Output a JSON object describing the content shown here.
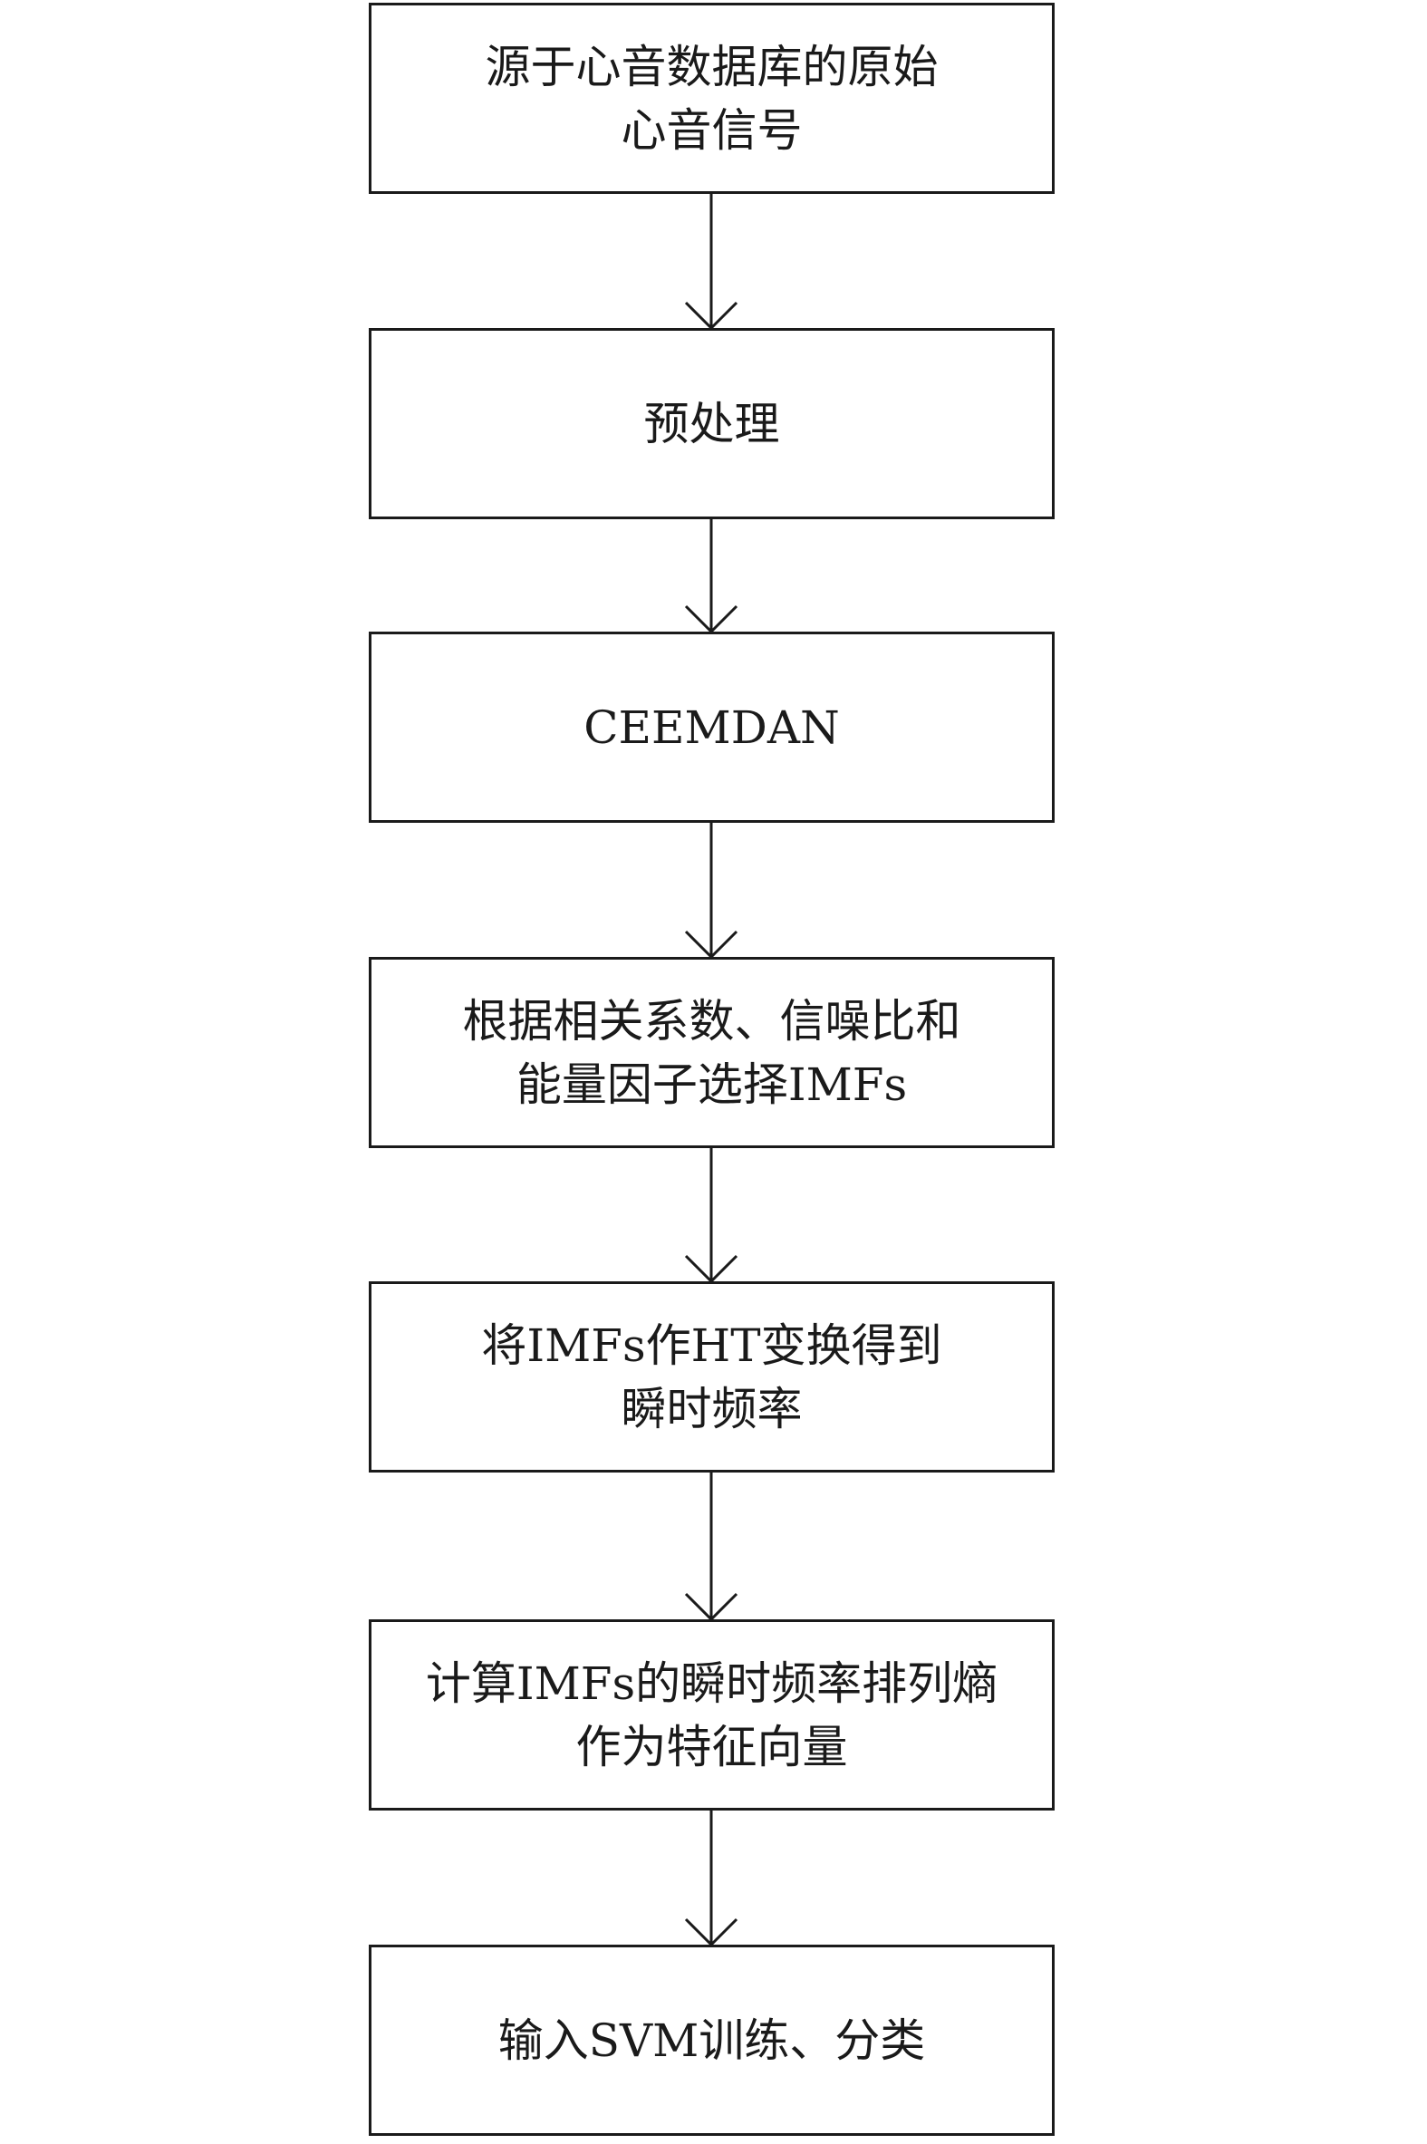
{
  "steps": [
    {
      "lines": [
        "源于心音数据库的原始",
        "心音信号"
      ]
    },
    {
      "lines": [
        "预处理"
      ]
    },
    {
      "lines": [
        "CEEMDAN"
      ]
    },
    {
      "lines": [
        "根据相关系数、信噪比和",
        "能量因子选择IMFs"
      ]
    },
    {
      "lines": [
        "将IMFs作HT变换得到",
        "瞬时频率"
      ]
    },
    {
      "lines": [
        "计算IMFs的瞬时频率排列熵",
        "作为特征向量"
      ]
    },
    {
      "lines": [
        "输入SVM训练、分类"
      ]
    }
  ],
  "colors": {
    "stroke": "#1a1a1a",
    "background": "#ffffff"
  }
}
